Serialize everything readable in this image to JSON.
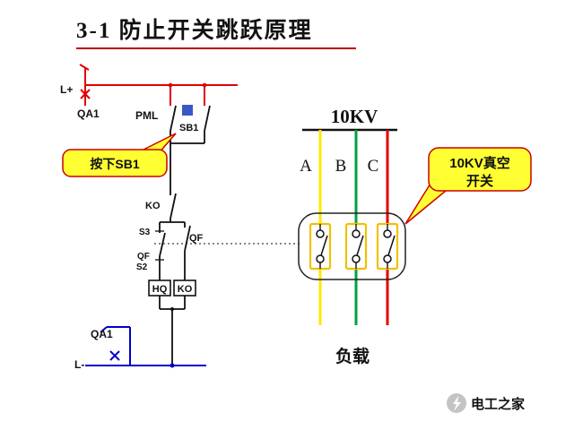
{
  "title": "3-1  防止开关跳跃原理",
  "control_circuit": {
    "l_plus_label": "L+",
    "qa1_top_label": "QA1",
    "pml_label": "PML",
    "sb1_label": "SB1",
    "ko_contact_label": "KO",
    "s3_label": "S3",
    "qf_right_label": "QF",
    "qf_left_label": "QF",
    "s2_label": "S2",
    "hq_coil_label": "HQ",
    "ko_coil_label": "KO",
    "qa1_bottom_label": "QA1",
    "l_minus_label": "L-"
  },
  "callouts": {
    "press_sb1": "按下SB1",
    "vacuum_line1": "10KV真空",
    "vacuum_line2": "开关"
  },
  "power_circuit": {
    "bus_label": "10KV",
    "phase_a": "A",
    "phase_b": "B",
    "phase_c": "C",
    "load_label": "负载"
  },
  "watermark": {
    "text": "电工之家"
  },
  "colors": {
    "title_red": "#c00000",
    "positive_rail": "#e00000",
    "negative_rail": "#0000cc",
    "phase_a_yellow": "#ffe800",
    "phase_b_green": "#00a040",
    "phase_c_red": "#e60000",
    "callout_fill": "#ffff33",
    "callout_border": "#cc0000",
    "contact_yellow": "#f0c000",
    "sb1_button_blue": "#3a57c8"
  }
}
